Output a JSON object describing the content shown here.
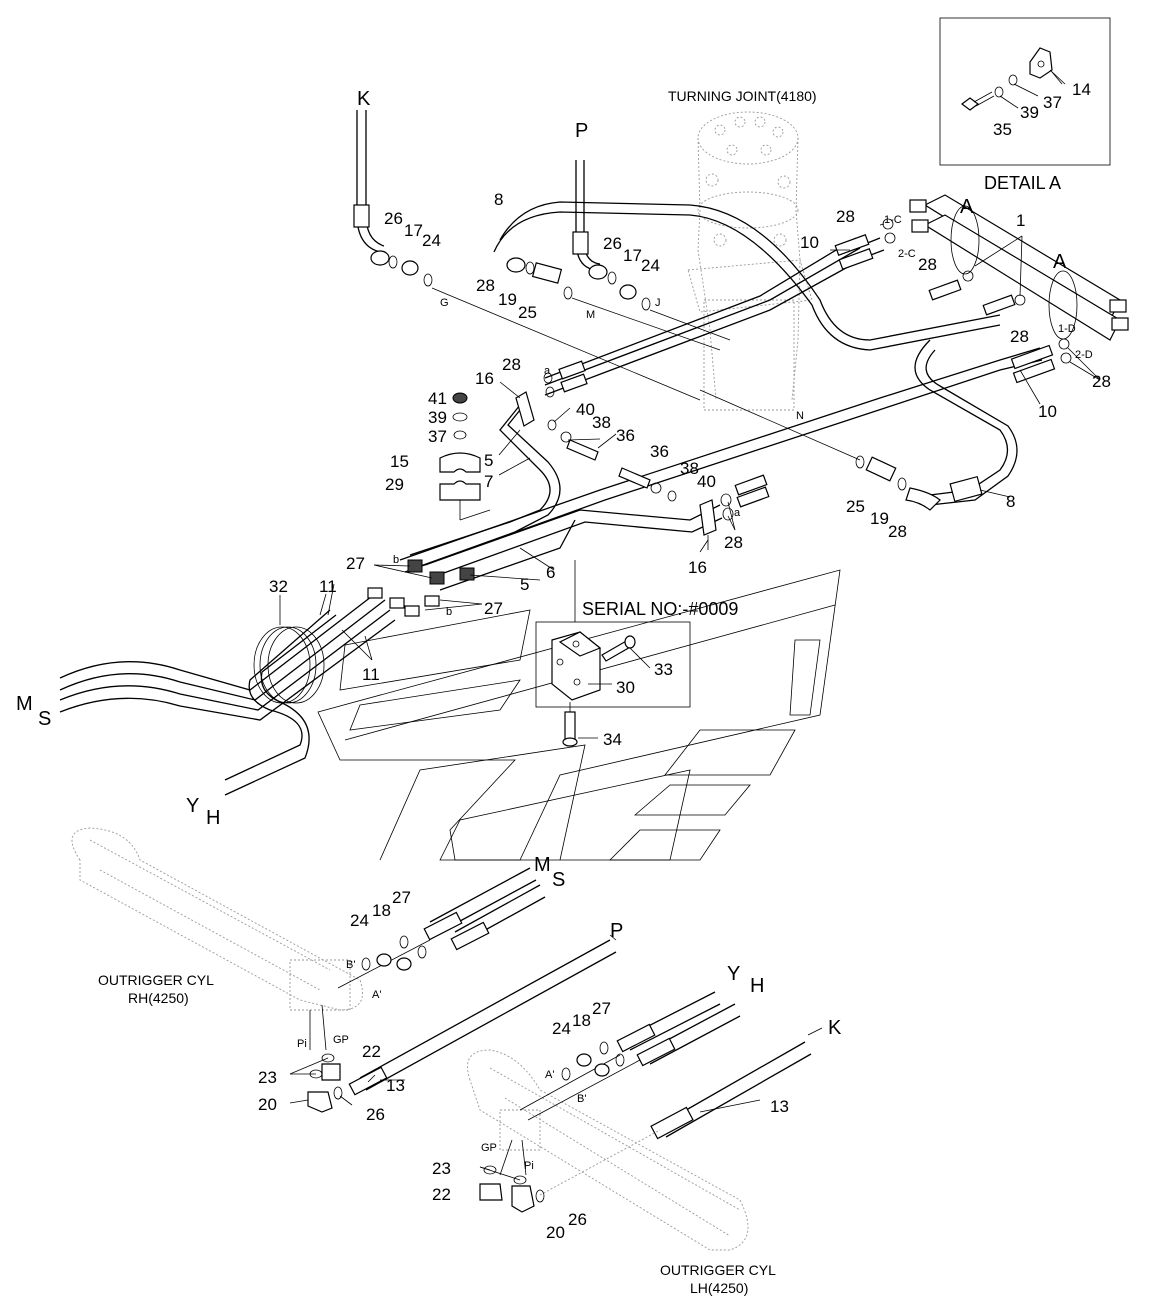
{
  "titles": {
    "turning_joint": "TURNING JOINT(4180)",
    "detail_a": "DETAIL A",
    "serial_no": "SERIAL NO:-#0009",
    "cyl_rh_line1": "OUTRIGGER CYL",
    "cyl_rh_line2": "RH(4250)",
    "cyl_lh_line1": "OUTRIGGER CYL",
    "cyl_lh_line2": "LH(4250)"
  },
  "callouts": [
    {
      "text": "14"
    },
    {
      "text": "37"
    },
    {
      "text": "39"
    },
    {
      "text": "35"
    },
    {
      "text": "K"
    },
    {
      "text": "26"
    },
    {
      "text": "17"
    },
    {
      "text": "24"
    },
    {
      "text": "G"
    },
    {
      "text": "P"
    },
    {
      "text": "8"
    },
    {
      "text": "26"
    },
    {
      "text": "17"
    },
    {
      "text": "24"
    },
    {
      "text": "28"
    },
    {
      "text": "19"
    },
    {
      "text": "25"
    },
    {
      "text": "M"
    },
    {
      "text": "J"
    },
    {
      "text": "28"
    },
    {
      "text": "1-C"
    },
    {
      "text": "2-C"
    },
    {
      "text": "A"
    },
    {
      "text": "1"
    },
    {
      "text": "A"
    },
    {
      "text": "10"
    },
    {
      "text": "28"
    },
    {
      "text": "28"
    },
    {
      "text": "1-D"
    },
    {
      "text": "2-D"
    },
    {
      "text": "28"
    },
    {
      "text": "10"
    },
    {
      "text": "28"
    },
    {
      "text": "a"
    },
    {
      "text": "16"
    },
    {
      "text": "40"
    },
    {
      "text": "38"
    },
    {
      "text": "36"
    },
    {
      "text": "41"
    },
    {
      "text": "39"
    },
    {
      "text": "37"
    },
    {
      "text": "15"
    },
    {
      "text": "29"
    },
    {
      "text": "5"
    },
    {
      "text": "7"
    },
    {
      "text": "N"
    },
    {
      "text": "36"
    },
    {
      "text": "38"
    },
    {
      "text": "40"
    },
    {
      "text": "25"
    },
    {
      "text": "19"
    },
    {
      "text": "28"
    },
    {
      "text": "8"
    },
    {
      "text": "a"
    },
    {
      "text": "28"
    },
    {
      "text": "16"
    },
    {
      "text": "27"
    },
    {
      "text": "b"
    },
    {
      "text": "5"
    },
    {
      "text": "6"
    },
    {
      "text": "b"
    },
    {
      "text": "27"
    },
    {
      "text": "32"
    },
    {
      "text": "11"
    },
    {
      "text": "11"
    },
    {
      "text": "M"
    },
    {
      "text": "S"
    },
    {
      "text": "33"
    },
    {
      "text": "30"
    },
    {
      "text": "34"
    },
    {
      "text": "Y"
    },
    {
      "text": "H"
    },
    {
      "text": "M"
    },
    {
      "text": "S"
    },
    {
      "text": "24"
    },
    {
      "text": "18"
    },
    {
      "text": "27"
    },
    {
      "text": "B'"
    },
    {
      "text": "A'"
    },
    {
      "text": "P"
    },
    {
      "text": "Pi"
    },
    {
      "text": "GP"
    },
    {
      "text": "22"
    },
    {
      "text": "23"
    },
    {
      "text": "13"
    },
    {
      "text": "20"
    },
    {
      "text": "26"
    },
    {
      "text": "Y"
    },
    {
      "text": "H"
    },
    {
      "text": "24"
    },
    {
      "text": "18"
    },
    {
      "text": "27"
    },
    {
      "text": "A'"
    },
    {
      "text": "B'"
    },
    {
      "text": "K"
    },
    {
      "text": "13"
    },
    {
      "text": "GP"
    },
    {
      "text": "Pi"
    },
    {
      "text": "23"
    },
    {
      "text": "22"
    },
    {
      "text": "20"
    },
    {
      "text": "26"
    }
  ]
}
